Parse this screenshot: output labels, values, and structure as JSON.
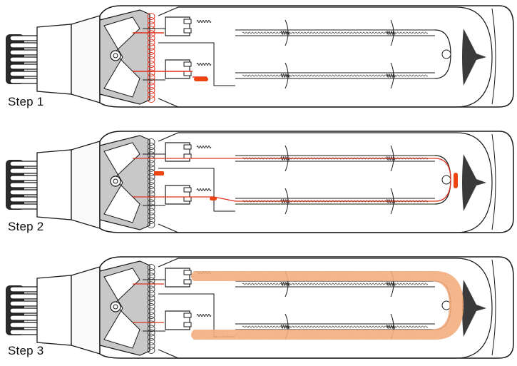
{
  "steps": [
    {
      "label": "Step 1",
      "stage": 1
    },
    {
      "label": "Step 2",
      "stage": 2
    },
    {
      "label": "Step 3",
      "stage": 3
    }
  ],
  "colors": {
    "outline": "#1a1a1a",
    "glass": "#ffffff",
    "base_fill": "#f2f2f2",
    "ceramic": "#c8c8c8",
    "getter": "#3a3a3a",
    "current": "#e0301e",
    "glow": "#f0a070",
    "glow_dark": "#d85a20",
    "hot_spot": "#ee4411"
  },
  "icons": {
    "screw-base": "threaded-base-icon",
    "lamp": "sodium-lamp-icon"
  }
}
